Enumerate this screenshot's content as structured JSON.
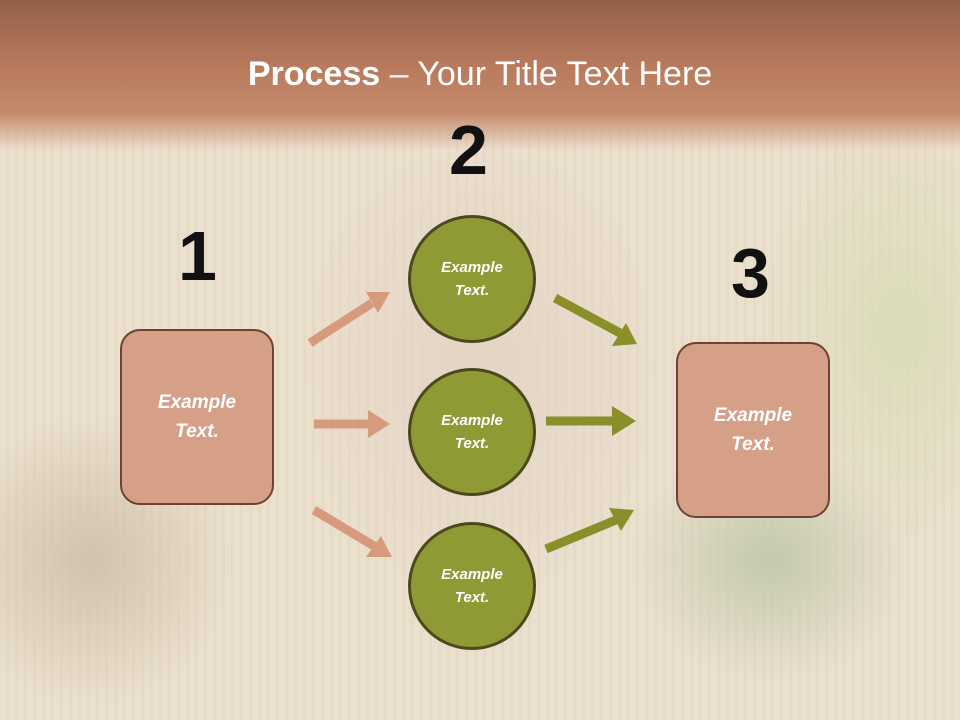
{
  "title": {
    "bold": "Process",
    "rest": " – Your Title Text Here"
  },
  "steps": [
    {
      "number": "1",
      "label": "Example Text."
    },
    {
      "number": "2",
      "labels": [
        "Example Text.",
        "Example Text.",
        "Example Text."
      ]
    },
    {
      "number": "3",
      "label": "Example Text."
    }
  ],
  "colors": {
    "title_bar": "#b97a5d",
    "box_fill": "#d6a088",
    "circle_fill": "#8f9a34",
    "arrow_left": "#d69a7d",
    "arrow_right": "#8a8f2a"
  }
}
